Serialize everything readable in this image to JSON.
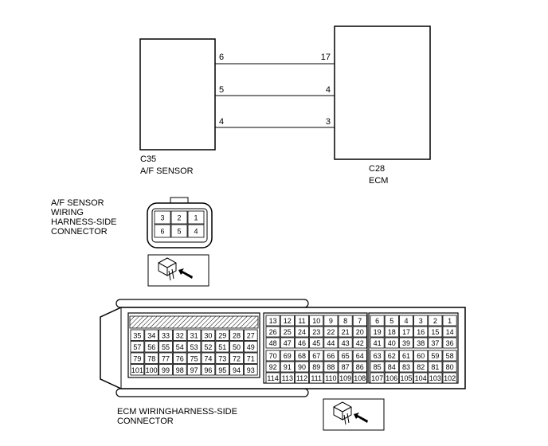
{
  "af_sensor": {
    "id": "C35",
    "name": "A/F SENSOR"
  },
  "ecm": {
    "id": "C28",
    "name": "ECM"
  },
  "wires": [
    {
      "sensor_pin": "6",
      "ecm_pin": "17"
    },
    {
      "sensor_pin": "5",
      "ecm_pin": "4"
    },
    {
      "sensor_pin": "4",
      "ecm_pin": "3"
    }
  ],
  "af_connector": {
    "label_lines": [
      "A/F SENSOR",
      "WIRING",
      "HARNESS-SIDE",
      "CONNECTOR"
    ],
    "top_row": [
      "3",
      "2",
      "1"
    ],
    "bottom_row": [
      "6",
      "5",
      "4"
    ]
  },
  "ecm_connector": {
    "label_lines": [
      "ECM WIRINGHARNESS-SIDE",
      "CONNECTOR"
    ],
    "left_block": [
      [
        "35",
        "34",
        "33",
        "32",
        "31",
        "30",
        "29",
        "28",
        "27"
      ],
      [
        "57",
        "56",
        "55",
        "54",
        "53",
        "52",
        "51",
        "50",
        "49"
      ],
      [
        "79",
        "78",
        "77",
        "76",
        "75",
        "74",
        "73",
        "72",
        "71"
      ],
      [
        "101",
        "100",
        "99",
        "98",
        "97",
        "96",
        "95",
        "94",
        "93"
      ]
    ],
    "mid_upper": [
      [
        "13",
        "12",
        "11",
        "10",
        "9",
        "8",
        "7"
      ],
      [
        "26",
        "25",
        "24",
        "23",
        "22",
        "21",
        "20"
      ],
      [
        "48",
        "47",
        "46",
        "45",
        "44",
        "43",
        "42"
      ]
    ],
    "mid_lower": [
      [
        "70",
        "69",
        "68",
        "67",
        "66",
        "65",
        "64"
      ],
      [
        "92",
        "91",
        "90",
        "89",
        "88",
        "87",
        "86"
      ],
      [
        "114",
        "113",
        "112",
        "111",
        "110",
        "109",
        "108"
      ]
    ],
    "right_upper": [
      [
        "6",
        "5",
        "4",
        "3",
        "2",
        "1"
      ],
      [
        "19",
        "18",
        "17",
        "16",
        "15",
        "14"
      ],
      [
        "41",
        "40",
        "39",
        "38",
        "37",
        "36"
      ]
    ],
    "right_lower": [
      [
        "63",
        "62",
        "61",
        "60",
        "59",
        "58"
      ],
      [
        "85",
        "84",
        "83",
        "82",
        "81",
        "80"
      ],
      [
        "107",
        "106",
        "105",
        "104",
        "103",
        "102"
      ]
    ]
  }
}
